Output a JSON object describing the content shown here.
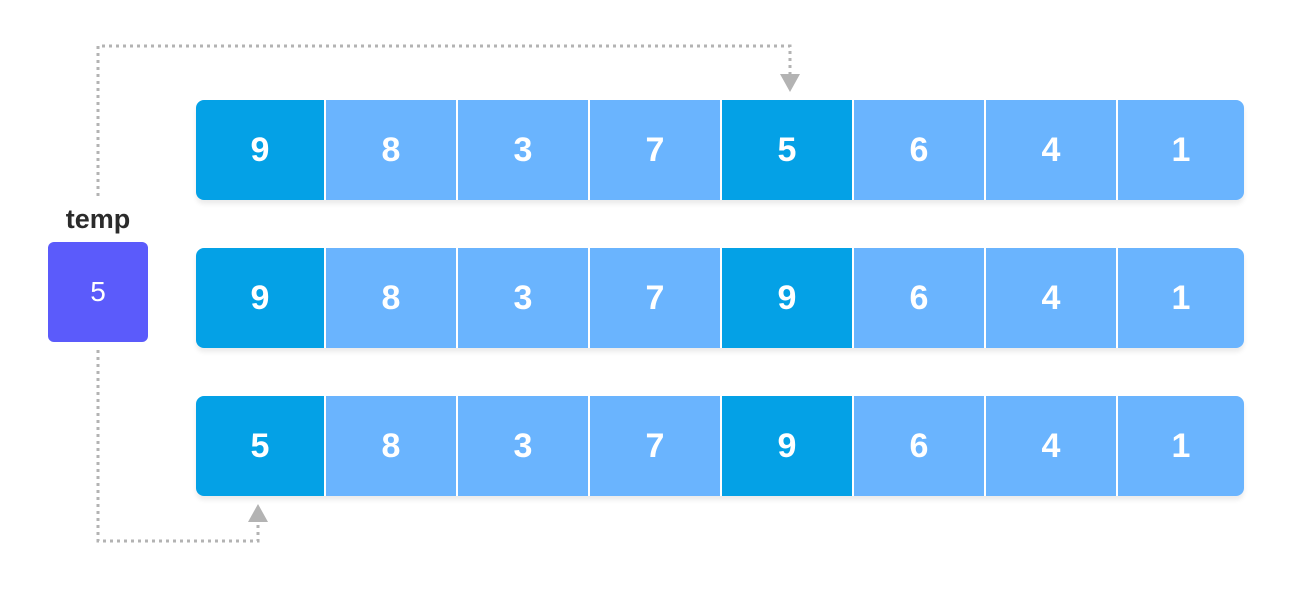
{
  "temp": {
    "label": "temp",
    "value": "5"
  },
  "arrays": [
    {
      "cells": [
        "9",
        "8",
        "3",
        "7",
        "5",
        "6",
        "4",
        "1"
      ],
      "highlighted": [
        0,
        4
      ]
    },
    {
      "cells": [
        "9",
        "8",
        "3",
        "7",
        "9",
        "6",
        "4",
        "1"
      ],
      "highlighted": [
        0,
        4
      ]
    },
    {
      "cells": [
        "5",
        "8",
        "3",
        "7",
        "9",
        "6",
        "4",
        "1"
      ],
      "highlighted": [
        0,
        4
      ]
    }
  ],
  "colors": {
    "cell": "#6ab4fe",
    "cell_highlight": "#04a1e6",
    "temp_box": "#5b5bfb",
    "connector": "#b3b3b3"
  }
}
